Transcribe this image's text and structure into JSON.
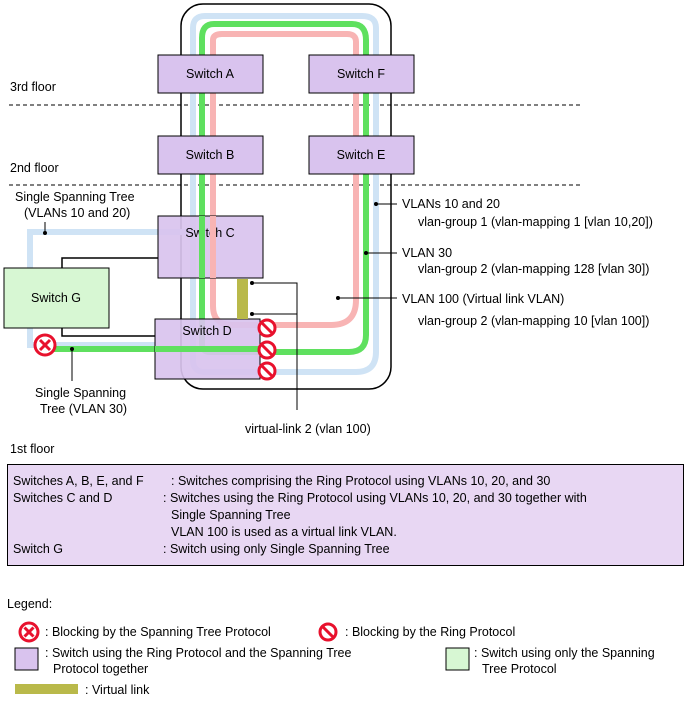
{
  "colors": {
    "switch_ring_stp": "#d9c3ee",
    "switch_stp_only": "#d7f7d3",
    "ring_red": "#f8b4b4",
    "ring_green": "#5fe05f",
    "ring_blue": "#cfe3f5",
    "virtual_link": "#b9b94a",
    "block_red": "#e8112d",
    "desc_bg": "#e8d7f3"
  },
  "floors": {
    "third": "3rd floor",
    "second": "2nd floor",
    "first": "1st floor"
  },
  "switches": {
    "a": "Switch A",
    "b": "Switch B",
    "c": "Switch C",
    "d": "Switch D",
    "e": "Switch E",
    "f": "Switch F",
    "g": "Switch G"
  },
  "labels": {
    "sst_top_line1": "Single Spanning Tree",
    "sst_top_line2": "(VLANs 10 and 20)",
    "sst_bottom_line1": "Single Spanning",
    "sst_bottom_line2": "Tree (VLAN 30)",
    "vlan1020_line1": "VLANs 10 and 20",
    "vlan1020_line2": "vlan-group 1 (vlan-mapping 1 [vlan 10,20])",
    "vlan30_line1": "VLAN 30",
    "vlan30_line2": "vlan-group 2 (vlan-mapping 128 [vlan 30])",
    "vlan100_line1": "VLAN 100 (Virtual link VLAN)",
    "vlan100_line2": "vlan-group 2 (vlan-mapping 10 [vlan 100])",
    "virtual_link": "virtual-link 2 (vlan 100)"
  },
  "description": {
    "row1_key": "Switches A, B, E, and F",
    "row1_val": ": Switches comprising the Ring Protocol using VLANs 10, 20, and 30",
    "row2_key": "Switches C and D",
    "row2_val1": ": Switches using the Ring Protocol using VLANs 10, 20, and 30 together with",
    "row2_val2": "Single Spanning Tree",
    "row2_val3": "VLAN 100 is used as a virtual link VLAN.",
    "row3_key": "Switch G",
    "row3_val": ": Switch using only Single Spanning Tree"
  },
  "legend": {
    "title": "Legend:",
    "stp_block": ": Blocking by the Spanning Tree Protocol",
    "ring_block": ": Blocking by the Ring Protocol",
    "ring_stp_switch_line1": ": Switch using the Ring Protocol and the Spanning Tree",
    "ring_stp_switch_line2": "Protocol together",
    "stp_only_switch_line1": ": Switch using only the Spanning",
    "stp_only_switch_line2": "Tree Protocol",
    "virtual_link": ": Virtual link"
  }
}
